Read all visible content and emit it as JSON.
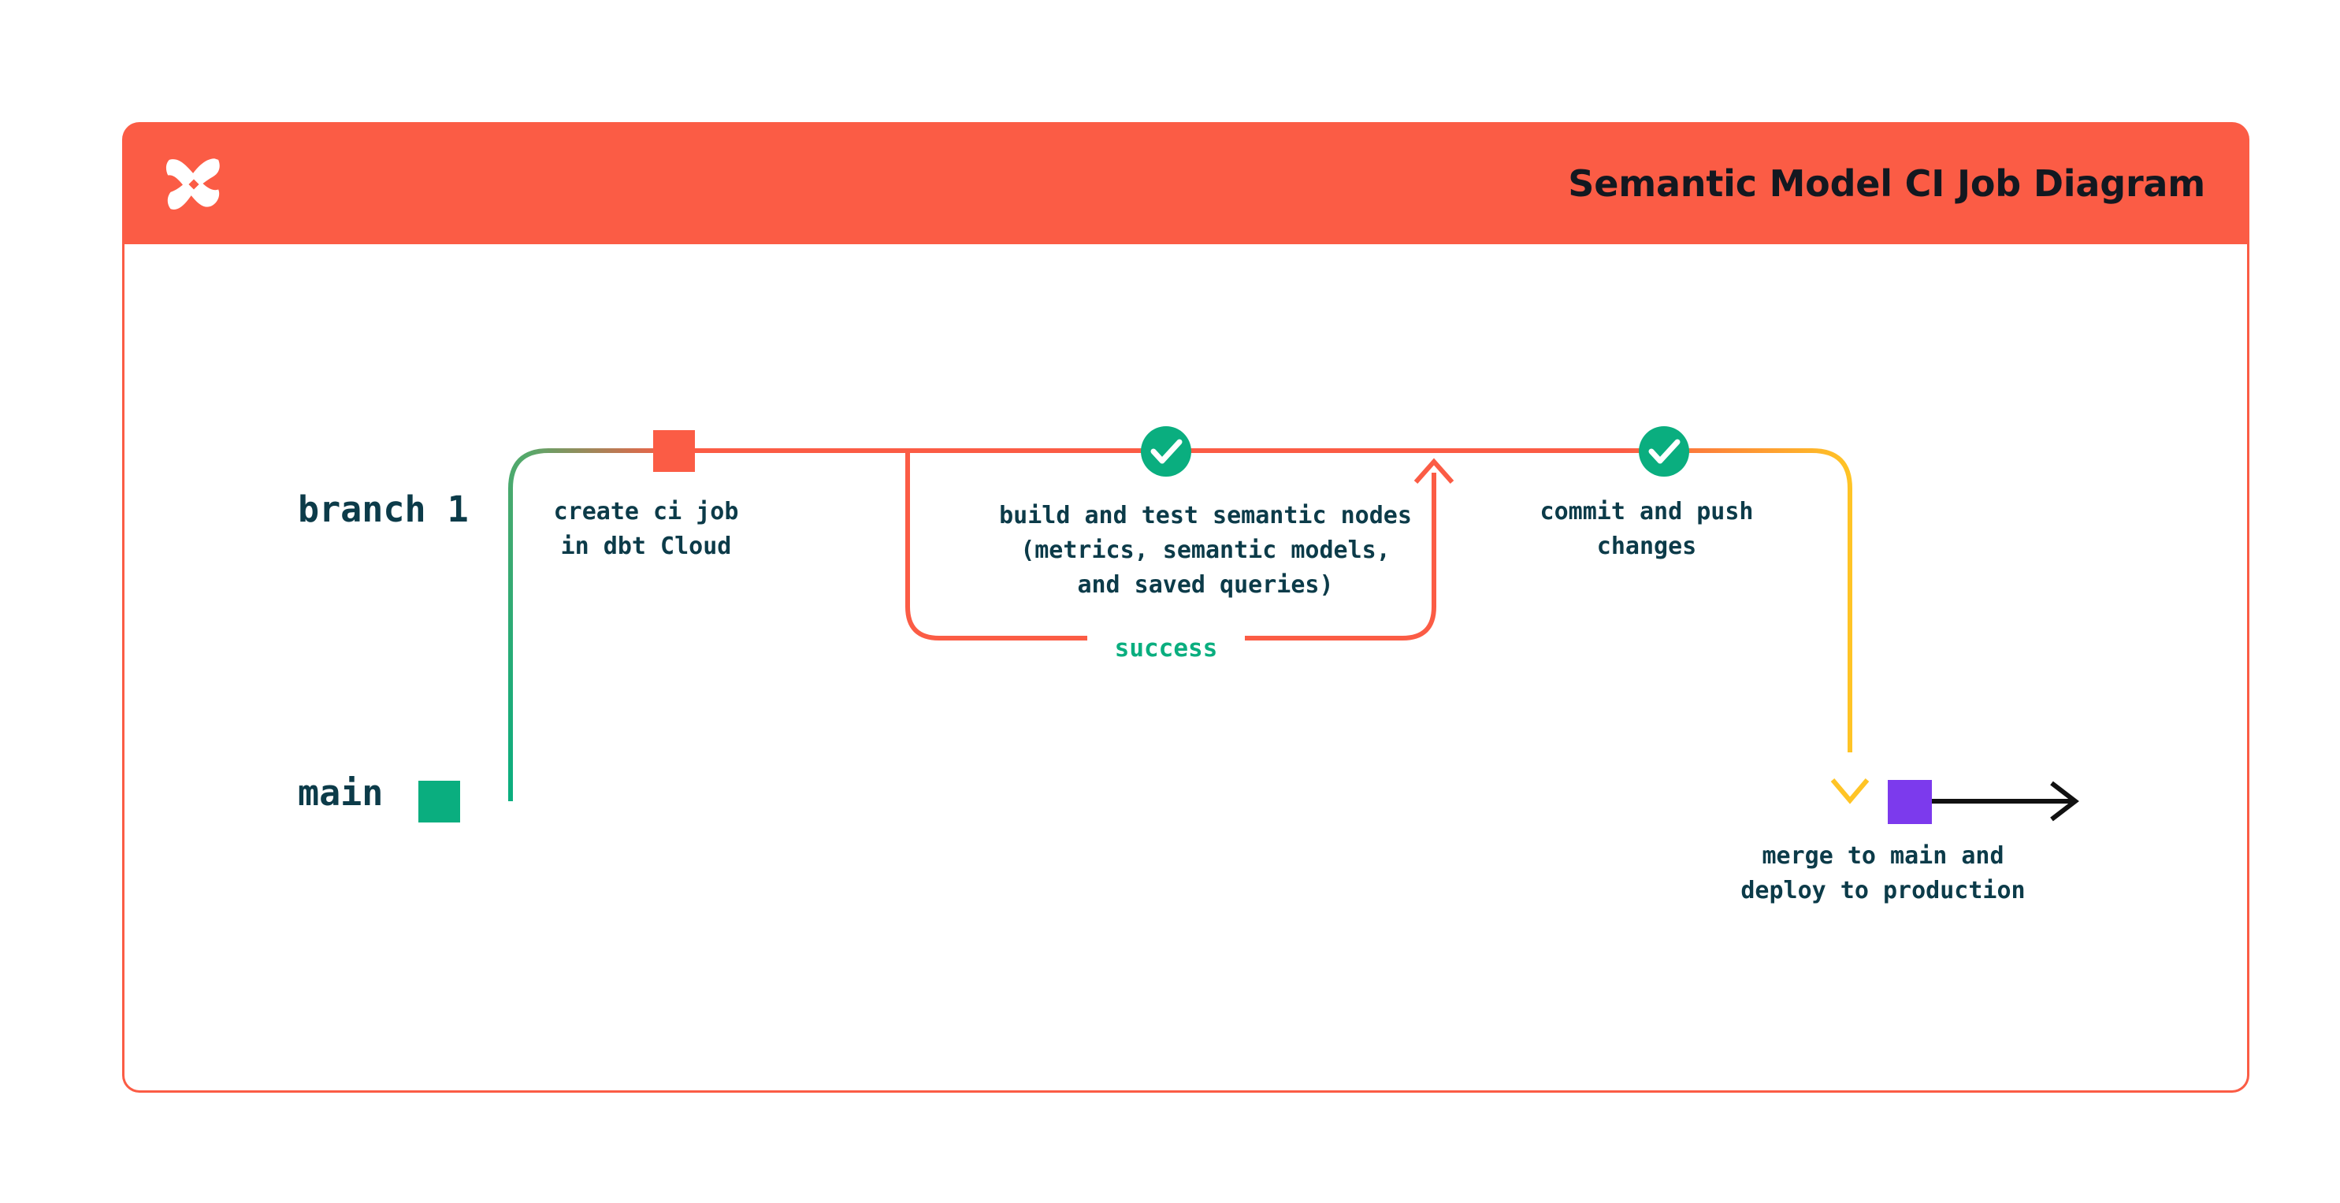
{
  "card": {
    "title": "Semantic Model CI Job Diagram",
    "logo_icon": "dbt-logo-icon",
    "header_color": "#fb5c45",
    "border_color": "#fb5c45",
    "background": "#ffffff"
  },
  "palette": {
    "coral": "#fb5c45",
    "green": "#0aae7f",
    "teal_text": "#0c3b49",
    "yellow": "#ffc426",
    "purple": "#7c3aed",
    "black": "#111111",
    "white": "#ffffff"
  },
  "lanes": [
    {
      "id": "branch-1",
      "label": "branch 1",
      "color": "#fb5c45"
    },
    {
      "id": "main",
      "label": "main",
      "color": "#0aae7f"
    }
  ],
  "nodes": [
    {
      "id": "create-ci-job",
      "lane": "branch-1",
      "marker": "square",
      "marker_color": "#fb5c45",
      "caption": "create ci job\nin dbt Cloud"
    },
    {
      "id": "build-and-test",
      "lane": "branch-1",
      "marker": "check-circle",
      "marker_color": "#0aae7f",
      "caption": "build and test semantic nodes\n(metrics, semantic models,\nand saved queries)"
    },
    {
      "id": "commit-and-push",
      "lane": "branch-1",
      "marker": "check-circle",
      "marker_color": "#0aae7f",
      "caption": "commit and push\nchanges"
    },
    {
      "id": "merge-to-main",
      "lane": "main",
      "marker": "square",
      "marker_color": "#7c3aed",
      "caption": "merge to main and\ndeploy to production"
    }
  ],
  "edges": [
    {
      "id": "retry-loop",
      "label": "success",
      "label_color": "#0aae7f",
      "stroke": "#fb5c45",
      "arrow": "up"
    },
    {
      "id": "merge-edge",
      "stroke": "#ffc426",
      "arrow": "down"
    },
    {
      "id": "main-continues",
      "stroke": "#111111",
      "arrow": "right"
    }
  ],
  "icons": {
    "check": "check-icon",
    "arrow_up": "arrow-up-icon",
    "arrow_down": "arrow-down-icon",
    "arrow_right": "arrow-right-icon"
  }
}
